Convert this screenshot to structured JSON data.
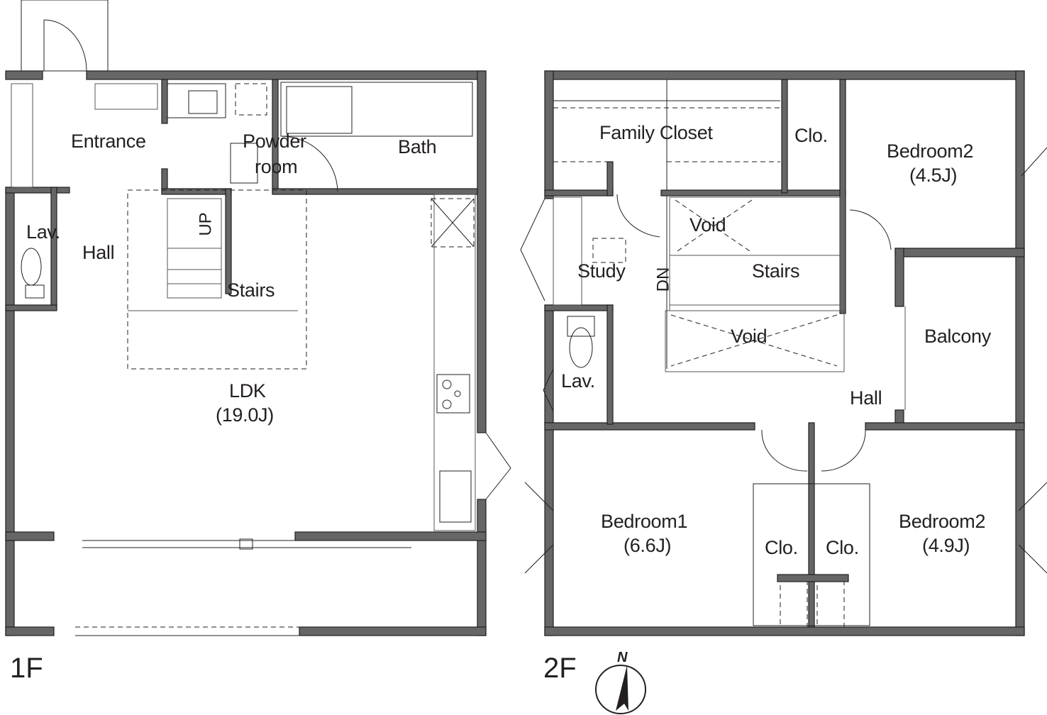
{
  "floors": {
    "first": {
      "label": "1F",
      "rooms": {
        "entrance": "Entrance",
        "powder_line1": "Powder",
        "powder_line2": "room",
        "bath": "Bath",
        "lav": "Lav.",
        "hall": "Hall",
        "stairs": "Stairs",
        "stairs_direction": "UP",
        "ldk_name": "LDK",
        "ldk_size": "(19.0J)"
      }
    },
    "second": {
      "label": "2F",
      "rooms": {
        "family_closet": "Family Closet",
        "clo_top": "Clo.",
        "bedroom2_top_name": "Bedroom2",
        "bedroom2_top_size": "(4.5J)",
        "void_top": "Void",
        "stairs": "Stairs",
        "stairs_direction": "DN",
        "study": "Study",
        "void_bottom": "Void",
        "balcony": "Balcony",
        "lav": "Lav.",
        "hall": "Hall",
        "bedroom1_name": "Bedroom1",
        "bedroom1_size": "(6.6J)",
        "clo_left": "Clo.",
        "clo_right": "Clo.",
        "bedroom2_bottom_name": "Bedroom2",
        "bedroom2_bottom_size": "(4.9J)"
      }
    }
  },
  "compass": {
    "label": "N",
    "icon": "north-arrow-icon"
  },
  "colors": {
    "wall": "#666666",
    "line": "#231f20",
    "background": "#ffffff"
  }
}
